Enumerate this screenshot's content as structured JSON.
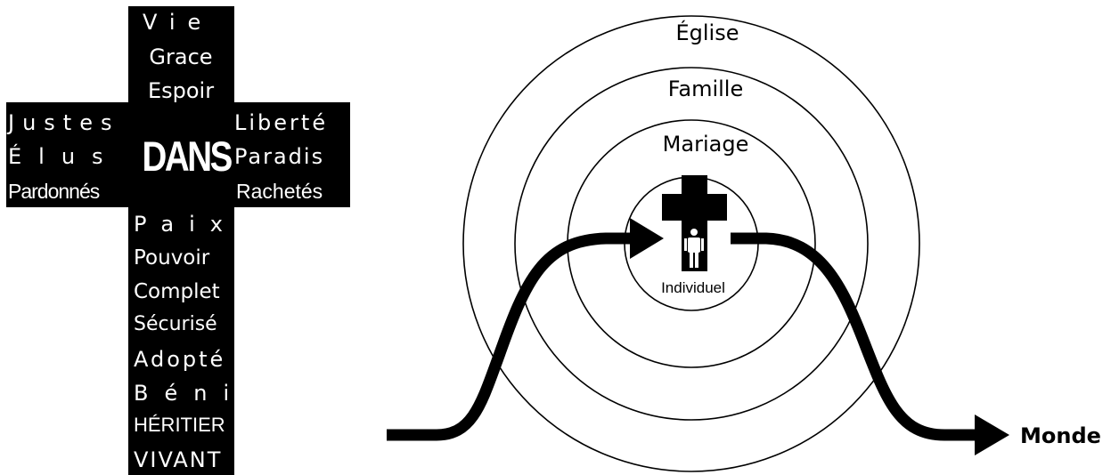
{
  "cross": {
    "top_words": [
      "Vie",
      "Grace",
      "Espoir"
    ],
    "left_words": [
      "Justes",
      "Élus",
      "Pardonnés"
    ],
    "center_word": "DANS",
    "right_words": [
      "Liberté",
      "Paradis",
      "Rachetés"
    ],
    "bottom_words": [
      "Paix",
      "Pouvoir",
      "Complet",
      "Sécurisé",
      "Adopté",
      "Béni",
      "HÉRITIER",
      "VIVANT"
    ]
  },
  "circles": {
    "outer_label": "Église",
    "second_label": "Famille",
    "third_label": "Mariage",
    "inner_label": "Individuel"
  },
  "arrow": {
    "end_label": "Monde"
  },
  "colors": {
    "ink": "#000000",
    "background": "#ffffff"
  }
}
